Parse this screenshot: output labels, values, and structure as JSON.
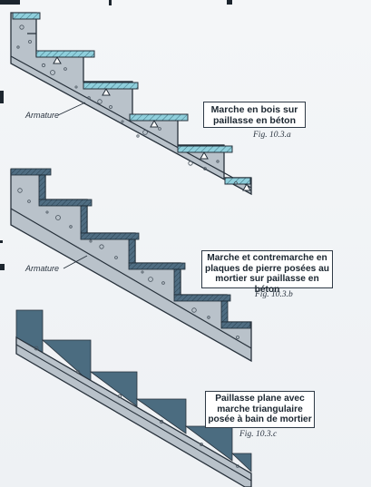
{
  "figures": [
    {
      "id": "a",
      "caption_lines": [
        "Marche en bois sur",
        "paillasse en béton"
      ],
      "fig_label": "Fig. 10.3.a",
      "leader_label": "Armature"
    },
    {
      "id": "b",
      "caption_lines": [
        "Marche et contremarche en",
        "plaques de pierre posées au",
        "mortier sur paillasse en béton"
      ],
      "fig_label": "Fig. 10.3.b",
      "leader_label": "Armature"
    },
    {
      "id": "c",
      "caption_lines": [
        "Paillasse plane avec",
        "marche triangulaire",
        "posée à bain de mortier"
      ],
      "fig_label": "Fig. 10.3.c"
    }
  ],
  "colors": {
    "concrete": "#b9c2ca",
    "concrete_dark": "#8f9aa3",
    "wood_tread": "#8fcfdc",
    "stone_slab": "#4f6d82",
    "mortar_block": "#4b6c80",
    "outline": "#27313b"
  }
}
